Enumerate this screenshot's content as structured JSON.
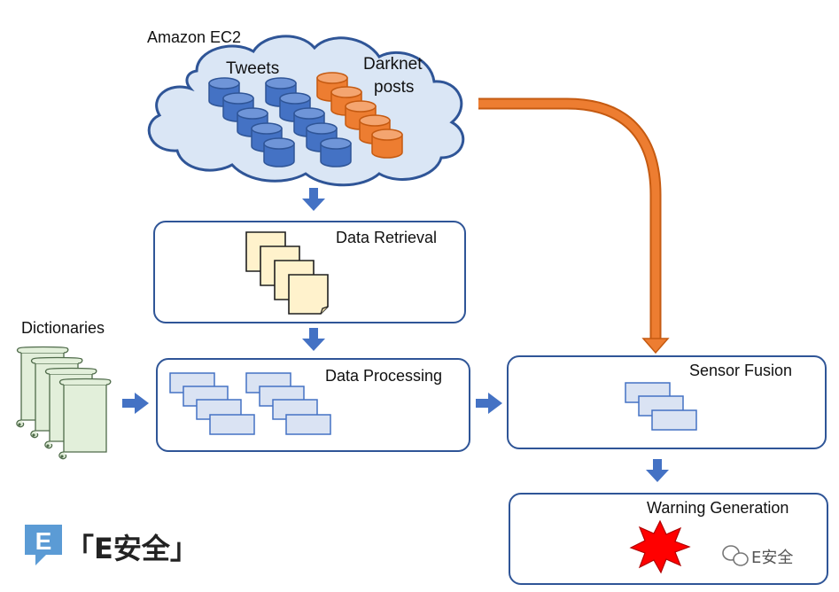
{
  "cloud": {
    "label": "Amazon EC2",
    "tweets_label": "Tweets",
    "darknet_label_line1": "Darknet",
    "darknet_label_line2": "posts"
  },
  "stages": {
    "data_retrieval": "Data Retrieval",
    "data_processing": "Data Processing",
    "sensor_fusion": "Sensor Fusion",
    "warning_generation": "Warning Generation"
  },
  "dictionaries_label": "Dictionaries",
  "watermark": {
    "logo_text": "「E安全」",
    "wechat_text": "E安全"
  },
  "colors": {
    "box_border": "#2f5597",
    "arrow_blue": "#4472c4",
    "arrow_orange": "#ed7d31",
    "cylinder_blue": "#4472c4",
    "cylinder_orange": "#ed7d31",
    "cloud_fill": "#dae6f5",
    "document_fill": "#fff2cc",
    "scroll_fill": "#e2efda",
    "record_fill": "#dae3f3",
    "starburst": "#ff0000"
  },
  "icons": [
    "cloud-icon",
    "database-cylinder-icon",
    "document-stack-icon",
    "scroll-icon",
    "record-card-icon",
    "starburst-icon",
    "wechat-icon"
  ]
}
